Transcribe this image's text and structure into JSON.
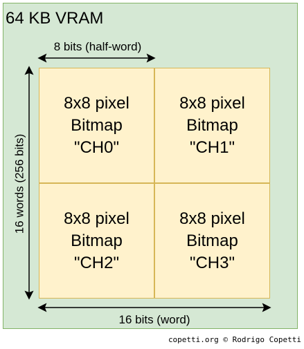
{
  "container": {
    "title": "64 KB VRAM",
    "fill_color": "#d5e8d4",
    "border_color": "#82b366"
  },
  "dimensions": {
    "top_label": "8 bits (half-word)",
    "bottom_label": "16 bits (word)",
    "left_label": "16 words (256 bits)"
  },
  "cells": [
    {
      "line1": "8x8 pixel",
      "line2": "Bitmap",
      "line3": "\"CH0\""
    },
    {
      "line1": "8x8 pixel",
      "line2": "Bitmap",
      "line3": "\"CH1\""
    },
    {
      "line1": "8x8 pixel",
      "line2": "Bitmap",
      "line3": "\"CH2\""
    },
    {
      "line1": "8x8 pixel",
      "line2": "Bitmap",
      "line3": "\"CH3\""
    }
  ],
  "cell_style": {
    "fill_color": "#fff2cc",
    "border_color": "#d6b656"
  },
  "credit": "copetti.org © Rodrigo Copetti"
}
